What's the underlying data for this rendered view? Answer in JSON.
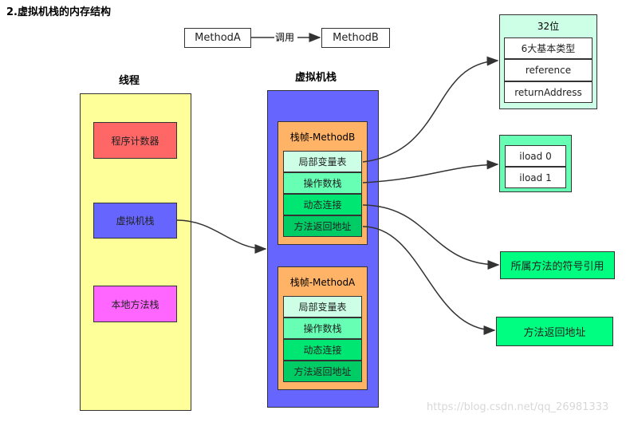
{
  "page": {
    "title": "2.虚拟机栈的内存结构"
  },
  "call": {
    "from": "MethodA",
    "label": "调用",
    "to": "MethodB"
  },
  "thread": {
    "title": "线程",
    "items": [
      "程序计数器",
      "虚拟机栈",
      "本地方法栈"
    ]
  },
  "vmstack": {
    "title": "虚拟机栈",
    "frames": [
      {
        "title": "栈帧-MethodB",
        "rows": [
          "局部变量表",
          "操作数栈",
          "动态连接",
          "方法返回地址"
        ]
      },
      {
        "title": "栈帧-MethodA",
        "rows": [
          "局部变量表",
          "操作数栈",
          "动态连接",
          "方法返回地址"
        ]
      }
    ]
  },
  "slot32": {
    "title": "32位",
    "rows": [
      "6大基本类型",
      "reference",
      "returnAddress"
    ]
  },
  "iload": {
    "rows": [
      "iload 0",
      "iload 1"
    ]
  },
  "targets": {
    "symbol_ref": "所属方法的符号引用",
    "return_addr": "方法返回地址"
  },
  "watermark": "https://blog.csdn.net/qq_26981333",
  "colors": {
    "thread_bg": "#ffff99",
    "pc": "#ff6666",
    "vmstack_item": "#6666ff",
    "native": "#ff66ff",
    "vmstack_bg": "#6666ff",
    "frame_bg": "#ffb366",
    "local_vars": "#ccffe6",
    "operand": "#66ffb3",
    "dynamic_link": "#00e673",
    "return_addr": "#00cc66",
    "green_bright": "#00ff80",
    "green_mid": "#66ffb3",
    "green_light": "#ccffe6"
  }
}
